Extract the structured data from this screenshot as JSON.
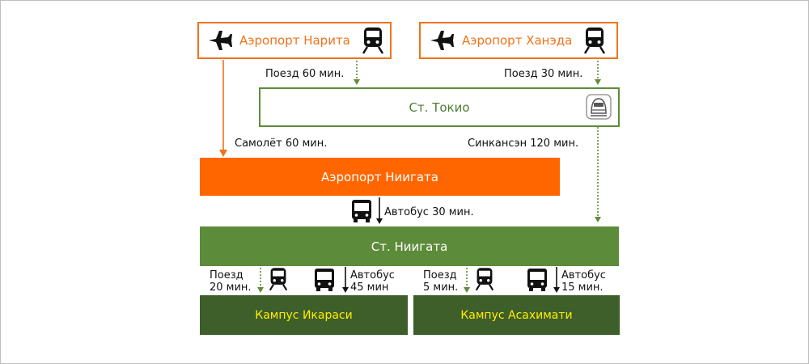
{
  "narita": {
    "label": "Аэропорт Нарита"
  },
  "haneda": {
    "label": "Аэропорт Ханэда"
  },
  "tokyo": {
    "label": "Ст. Токио"
  },
  "niigata_airport": {
    "label": "Аэропорт Ниигата"
  },
  "niigata_station": {
    "label": "Ст. Ниигата"
  },
  "ikarashi": {
    "label": "Кампус Икараси"
  },
  "asahimachi": {
    "label": "Кампус Асахимати"
  },
  "routes": {
    "narita_train": "Поезд 60 мин.",
    "haneda_train": "Поезд 30 мин.",
    "plane": "Самолёт 60 мин.",
    "shinkansen": "Синкансэн 120 мин.",
    "bus_airport": "Автобус 30 мин.",
    "ikarashi_train_1": "Поезд",
    "ikarashi_train_2": "20 мин.",
    "ikarashi_bus_1": "Автобус",
    "ikarashi_bus_2": "45 мин",
    "asahi_train_1": "Поезд",
    "asahi_train_2": "5 мин.",
    "asahi_bus_1": "Автобус",
    "asahi_bus_2": "15 мин."
  },
  "colors": {
    "orange": "#f0731b",
    "green": "#5e8c3a",
    "dark_green": "#3e5e2a",
    "yellow": "#ffee00"
  }
}
